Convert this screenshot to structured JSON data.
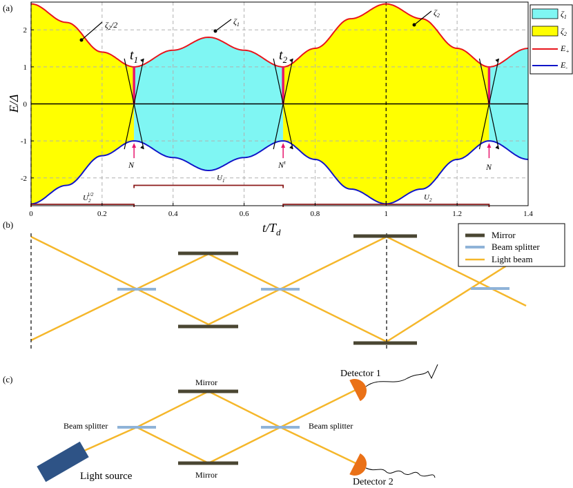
{
  "panel_labels": {
    "a": "(a)",
    "b": "(b)",
    "c": "(c)"
  },
  "chart_data": {
    "type": "area",
    "xlabel": "t/T",
    "xlabel_sub": "d",
    "ylabel": "E/Δ",
    "xlim": [
      0,
      1.4
    ],
    "ylim": [
      -2.75,
      2.75
    ],
    "x_ticks": [
      "0",
      "0.2",
      "0.4",
      "0.6",
      "0.8",
      "1",
      "1.2",
      "1.4"
    ],
    "y_ticks": [
      "2",
      "1",
      "0",
      "-1",
      "-2"
    ],
    "grid": true,
    "legend_position": "right",
    "legend": {
      "zeta1": {
        "sym": "ζ",
        "sub": "1",
        "color": "#7ff6f3"
      },
      "zeta2": {
        "sym": "ζ",
        "sub": "2",
        "color": "#ffff00"
      },
      "eplus": {
        "sym": "E",
        "sub": "+",
        "color": "#e8141c"
      },
      "eminus": {
        "sym": "E",
        "sub": "-",
        "color": "#1015c8"
      }
    },
    "series": [
      {
        "name": "E+",
        "x": [
          0,
          0.1,
          0.2,
          0.29,
          0.4,
          0.5,
          0.6,
          0.71,
          0.8,
          0.9,
          1.0,
          1.1,
          1.2,
          1.29,
          1.4
        ],
        "y": [
          2.7,
          2.2,
          1.4,
          1.0,
          1.45,
          1.8,
          1.45,
          1.0,
          1.5,
          2.3,
          2.7,
          2.3,
          1.5,
          1.0,
          1.5
        ]
      },
      {
        "name": "E-",
        "x": [
          0,
          0.1,
          0.2,
          0.29,
          0.4,
          0.5,
          0.6,
          0.71,
          0.8,
          0.9,
          1.0,
          1.1,
          1.2,
          1.29,
          1.4
        ],
        "y": [
          -2.7,
          -2.2,
          -1.4,
          -1.0,
          -1.45,
          -1.8,
          -1.45,
          -1.0,
          -1.5,
          -2.3,
          -2.7,
          -2.3,
          -1.5,
          -1.0,
          -1.5
        ]
      }
    ],
    "regions": [
      {
        "from": 0,
        "to": 0.29,
        "fill": "zeta2"
      },
      {
        "from": 0.29,
        "to": 0.71,
        "fill": "zeta1"
      },
      {
        "from": 0.71,
        "to": 1.29,
        "fill": "zeta2"
      },
      {
        "from": 1.29,
        "to": 1.4,
        "fill": "zeta1"
      }
    ],
    "crossings": [
      0.29,
      0.71,
      1.29
    ],
    "dashed_verticals": [
      0,
      1.0
    ],
    "annotations": {
      "zeta2_half": {
        "sym": "ζ",
        "sub": "2",
        "rest": "/2"
      },
      "zeta1": {
        "sym": "ζ",
        "sub": "1"
      },
      "zeta2": {
        "sym": "ζ",
        "sub": "2"
      },
      "t1": {
        "sym": "t",
        "sub": "1"
      },
      "t2": {
        "sym": "t",
        "sub": "2"
      },
      "N1": "N",
      "N2": {
        "sym": "N",
        "sup": "τ"
      },
      "N3": "N",
      "U1": {
        "sym": "U",
        "sub": "1"
      },
      "U2": {
        "sym": "U",
        "sub": "2"
      },
      "U2half": {
        "sym": "U",
        "sub": "2",
        "sup": "1/2"
      }
    },
    "brackets": [
      {
        "from": 0,
        "to": 0.29,
        "y": -2.7
      },
      {
        "from": 0.29,
        "to": 0.71,
        "y": -2.2
      },
      {
        "from": 0.71,
        "to": 1.29,
        "y": -2.7
      }
    ]
  },
  "panel_b": {
    "legend": {
      "mirror": "Mirror",
      "beam_splitter": "Beam splitter",
      "light_beam": "Light beam"
    }
  },
  "panel_c": {
    "mirror_top": "Mirror",
    "mirror_bottom": "Mirror",
    "bs_left": "Beam splitter",
    "bs_right": "Beam splitter",
    "detector1": "Detector 1",
    "detector2": "Detector 2",
    "light_source": "Light source"
  },
  "colors": {
    "beam": "#f5b72b",
    "mirror": "#4a4632",
    "splitter": "#8fb3d8",
    "detector": "#ea7117",
    "source": "#2e5386",
    "bracket": "#8b1a1a",
    "arrow_pink": "#e8146c"
  }
}
